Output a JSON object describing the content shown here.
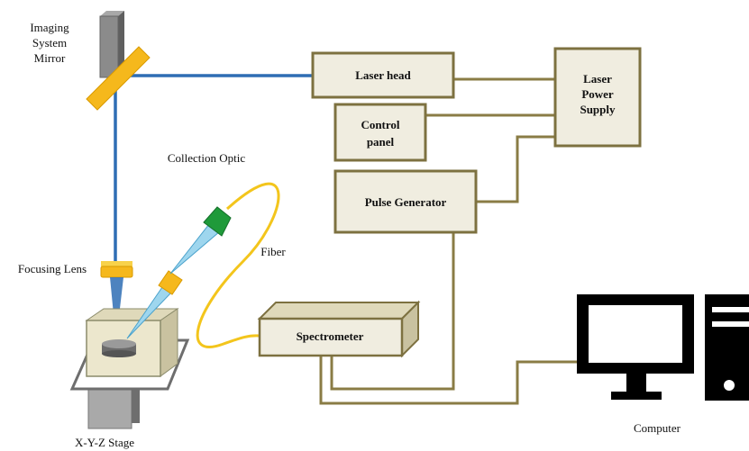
{
  "labels": {
    "imaging_system_mirror": [
      "Imaging",
      "System",
      "Mirror"
    ],
    "collection_optic": "Collection Optic",
    "fiber": "Fiber",
    "focusing_lens": "Focusing Lens",
    "xyz_stage": "X-Y-Z Stage",
    "computer": "Computer"
  },
  "boxes": {
    "laser_head": "Laser head",
    "laser_power_supply": [
      "Laser",
      "Power",
      "Supply"
    ],
    "control_panel": [
      "Control",
      "panel"
    ],
    "pulse_generator": "Pulse Generator",
    "spectrometer": "Spectrometer"
  },
  "colors": {
    "box_fill": "#f0ede0",
    "box_stroke": "#7d7140",
    "wire": "#8a7c45",
    "beam": "#2e6db4",
    "fiber": "#f3c51c",
    "optic_yellow": "#f5c518",
    "optic_green": "#1f9a3a",
    "computer": "#000000"
  }
}
